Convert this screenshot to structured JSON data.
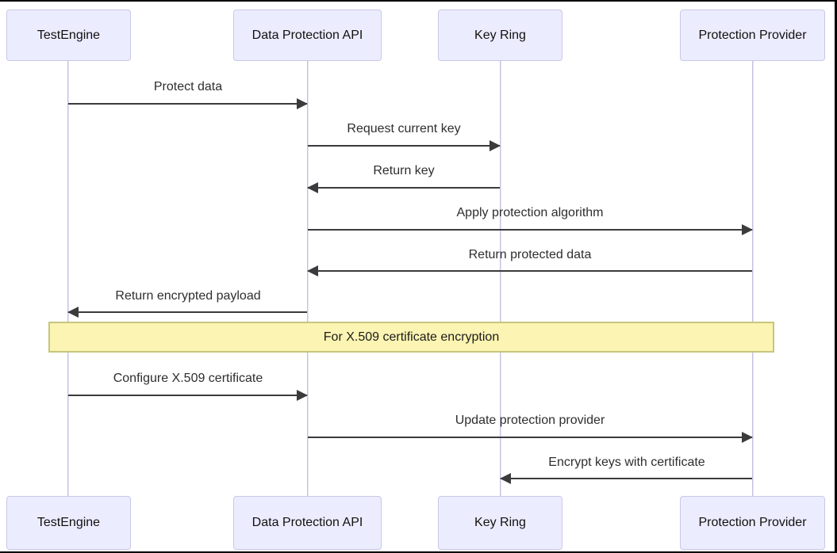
{
  "diagram": {
    "type": "sequence-diagram",
    "participants": [
      {
        "name": "TestEngine"
      },
      {
        "name": "Data Protection API"
      },
      {
        "name": "Key Ring"
      },
      {
        "name": "Protection Provider"
      }
    ],
    "messages": [
      {
        "from": "TestEngine",
        "to": "Data Protection API",
        "label": "Protect data",
        "direction": "right"
      },
      {
        "from": "Data Protection API",
        "to": "Key Ring",
        "label": "Request current key",
        "direction": "right"
      },
      {
        "from": "Key Ring",
        "to": "Data Protection API",
        "label": "Return key",
        "direction": "left"
      },
      {
        "from": "Data Protection API",
        "to": "Protection Provider",
        "label": "Apply protection algorithm",
        "direction": "right"
      },
      {
        "from": "Protection Provider",
        "to": "Data Protection API",
        "label": "Return protected data",
        "direction": "left"
      },
      {
        "from": "Data Protection API",
        "to": "TestEngine",
        "label": "Return encrypted payload",
        "direction": "left"
      },
      {
        "from": "TestEngine",
        "to": "Data Protection API",
        "label": "Configure X.509 certificate",
        "direction": "right"
      },
      {
        "from": "Data Protection API",
        "to": "Protection Provider",
        "label": "Update protection provider",
        "direction": "right"
      },
      {
        "from": "Protection Provider",
        "to": "Key Ring",
        "label": "Encrypt keys with certificate",
        "direction": "left"
      }
    ],
    "note": {
      "label": "For X.509 certificate encryption"
    },
    "colors": {
      "actor_fill": "#ececff",
      "actor_border": "#c8c8e6",
      "lifeline": "#c3c3e0",
      "arrow": "#3b3b3b",
      "note_fill": "#fcf4b2",
      "note_border": "#c6c67c",
      "frame_border": "#000000"
    }
  }
}
